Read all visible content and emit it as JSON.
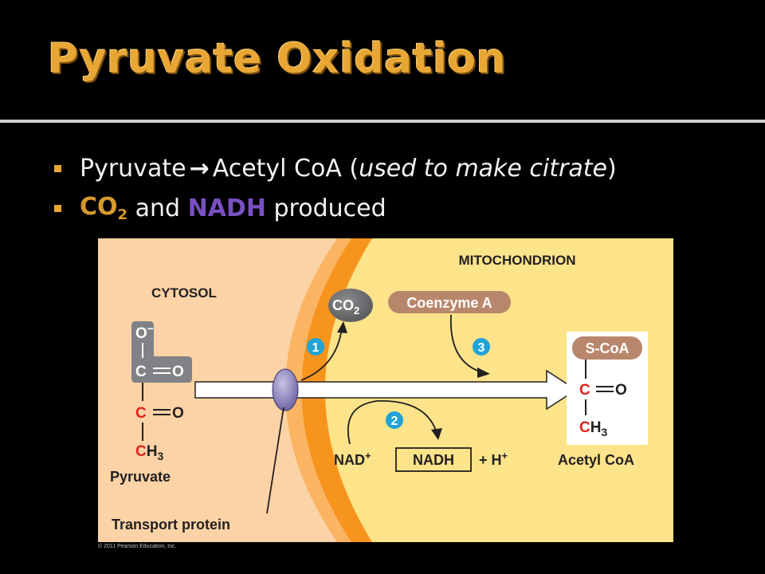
{
  "slide": {
    "title": "Pyruvate Oxidation",
    "bullet1": {
      "part1": "Pyruvate",
      "arrow": "→",
      "part2": "Acetyl CoA (",
      "italic": "used to make citrate",
      "part3": ")"
    },
    "bullet2": {
      "co2_main": "CO",
      "co2_sub": "2",
      "and_text": "and",
      "nadh": "NADH",
      "produced": "produced"
    }
  },
  "figure": {
    "mitochondrion_label": "MITOCHONDRION",
    "cytosol_label": "CYTOSOL",
    "co2_main": "CO",
    "co2_sub": "2",
    "coenzyme_a": "Coenzyme A",
    "step1": "1",
    "step2": "2",
    "step3": "3",
    "pyruvate": {
      "o_minus": "O",
      "minus": "−",
      "c1": "C",
      "o1": "O",
      "c2": "C",
      "o2": "O",
      "c3": "C",
      "h3": "H",
      "h3_sub": "3",
      "label": "Pyruvate"
    },
    "acetyl": {
      "scoa": "S-CoA",
      "c1": "C",
      "o1": "O",
      "c2": "C",
      "h3": "H",
      "h3_sub": "3",
      "label": "Acetyl CoA"
    },
    "nad_main": "NAD",
    "nad_sup": "+",
    "nadh_box": "NADH",
    "h_plus_main": "+ H",
    "h_plus_sup": "+",
    "transport_protein": "Transport protein",
    "colors": {
      "cytosol": "#fcd3a6",
      "matrix": "#fde38a",
      "membrane": "#f7941d",
      "membrane_light": "#fbb462",
      "carbon_red": "#e2231a",
      "step_blue": "#1fa3d9",
      "co2_gray": "#6d6e71",
      "coa_tan": "#b8876b",
      "protein_purple": "#8c84bd"
    }
  },
  "copyright": "© 2011 Pearson Education, Inc."
}
